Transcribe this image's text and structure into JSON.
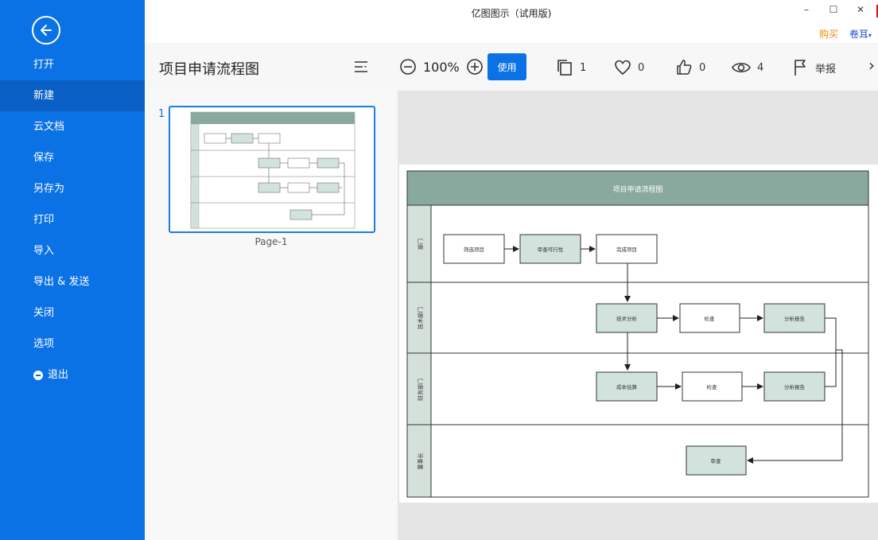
{
  "window": {
    "title": "亿图图示（试用版)",
    "minimize": "–",
    "maximize": "☐",
    "close": "✕",
    "buy": "购买",
    "user": "卷耳"
  },
  "sidebar": {
    "items": [
      {
        "label": "打开"
      },
      {
        "label": "新建"
      },
      {
        "label": "云文档"
      },
      {
        "label": "保存"
      },
      {
        "label": "另存为"
      },
      {
        "label": "打印"
      },
      {
        "label": "导入"
      },
      {
        "label": "导出 & 发送"
      },
      {
        "label": "关闭"
      },
      {
        "label": "选项"
      },
      {
        "label": "退出"
      }
    ]
  },
  "toolbar": {
    "doc_title": "项目申请流程图",
    "zoom": "100%",
    "use_label": "使用",
    "pages_count": "1",
    "likes_heart": "0",
    "likes_thumb": "0",
    "views": "4",
    "report_label": "举报",
    "more": "›"
  },
  "thumbs": {
    "page_num": "1",
    "page_label": "Page-1"
  },
  "diagram": {
    "title": "项目申请流程图",
    "lanes": [
      "部门",
      "技术部门",
      "财务部门",
      "董事长"
    ],
    "nodes": {
      "n1": "筛选项目",
      "n2": "审查可行性",
      "n3": "完成项目",
      "n4": "技术分析",
      "n5": "检查",
      "n6": "分析报告",
      "n7": "成本估算",
      "n8": "检查",
      "n9": "分析报告",
      "n10": "审查"
    }
  },
  "colors": {
    "accent": "#0b72e6",
    "header": "#89a89e",
    "node_fill": "#d2e3de",
    "lane_head": "#d4e1db"
  }
}
